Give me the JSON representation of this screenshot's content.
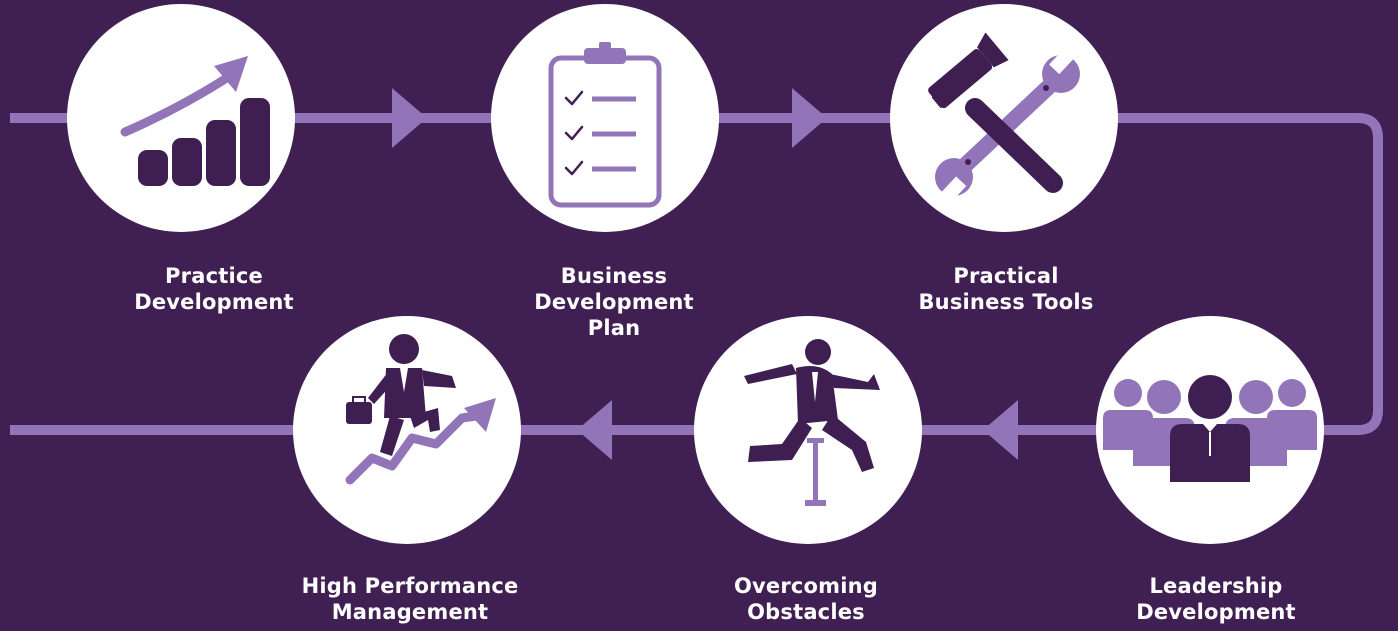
{
  "colors": {
    "background": "#401f52",
    "accent": "#9275b9",
    "icon": "#3f1f52",
    "circle": "#ffffff",
    "text": "#ffffff"
  },
  "steps": [
    {
      "label": "Practice\nDevelopment",
      "icon": "growth-bar-chart-icon"
    },
    {
      "label": "Business\nDevelopment\nPlan",
      "icon": "clipboard-checklist-icon"
    },
    {
      "label": "Practical\nBusiness Tools",
      "icon": "hammer-wrench-icon"
    },
    {
      "label": "Leadership\nDevelopment",
      "icon": "team-leader-icon"
    },
    {
      "label": "Overcoming\nObstacles",
      "icon": "hurdle-jumper-icon"
    },
    {
      "label": "High Performance\nManagement",
      "icon": "climbing-businessman-icon"
    }
  ]
}
